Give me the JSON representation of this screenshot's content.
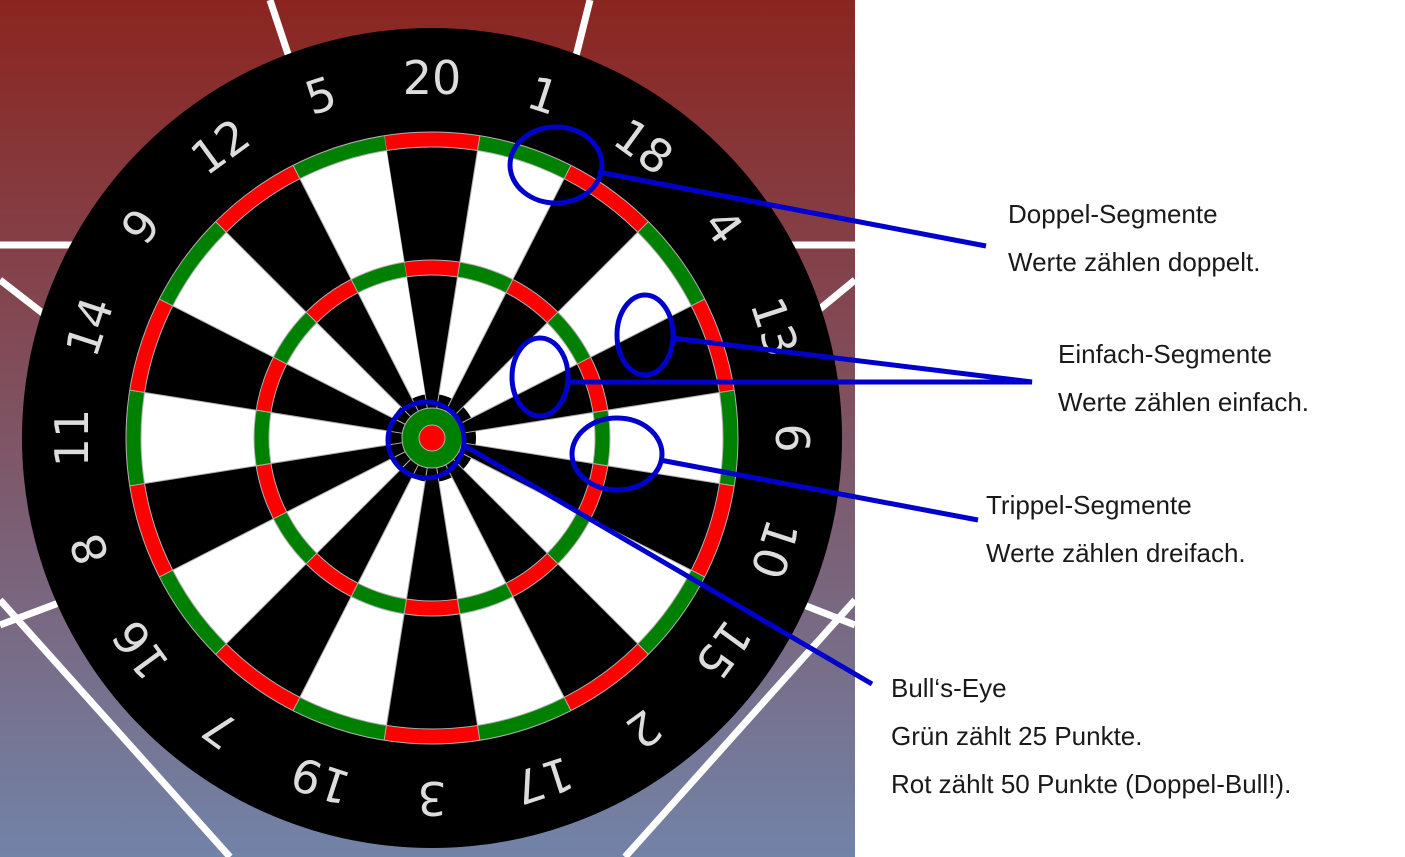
{
  "dartboard": {
    "numbers": [
      "20",
      "1",
      "18",
      "4",
      "13",
      "6",
      "10",
      "15",
      "2",
      "17",
      "3",
      "19",
      "7",
      "16",
      "8",
      "11",
      "14",
      "9",
      "12",
      "5"
    ],
    "colors": {
      "background_top": "#8b2520",
      "background_bottom": "#7283a8",
      "board": "#000000",
      "segment_dark": "#000000",
      "segment_light": "#ffffff",
      "ring_red": "#ff0000",
      "ring_green": "#008000",
      "callout": "#0000cc",
      "number_text": "#dddddd"
    }
  },
  "annotations": {
    "double": {
      "title": "Doppel-Segmente",
      "description": "Werte zählen doppelt."
    },
    "single": {
      "title": "Einfach-Segmente",
      "description": "Werte zählen einfach."
    },
    "triple": {
      "title": "Trippel-Segmente",
      "description": "Werte zählen dreifach."
    },
    "bullseye": {
      "title": "Bull‘s-Eye",
      "line1": "Grün zählt 25 Punkte.",
      "line2": "Rot zählt 50 Punkte (Doppel-Bull!)."
    }
  }
}
